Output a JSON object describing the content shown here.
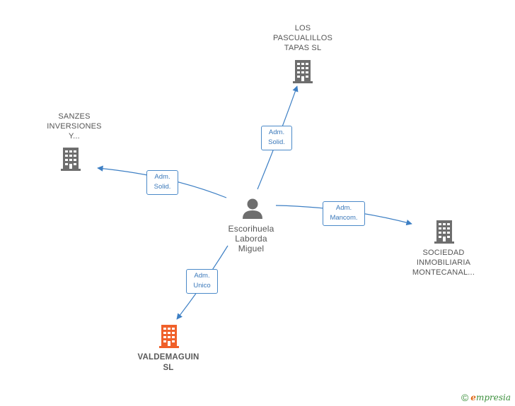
{
  "center": {
    "name_lines": [
      "Escorihuela",
      "Laborda",
      "Miguel"
    ],
    "icon": "person-icon"
  },
  "companies": [
    {
      "id": "los-pascualillos",
      "name_lines": [
        "LOS",
        "PASCUALILLOS",
        "TAPAS  SL"
      ],
      "icon": "building-icon",
      "highlight": false,
      "relation": [
        "Adm.",
        "Solid."
      ]
    },
    {
      "id": "sanzes",
      "name_lines": [
        "SANZES",
        "INVERSIONES",
        "Y..."
      ],
      "icon": "building-icon",
      "highlight": false,
      "relation": [
        "Adm.",
        "Solid."
      ]
    },
    {
      "id": "sociedad-inmobiliaria",
      "name_lines": [
        "SOCIEDAD",
        "INMOBILIARIA",
        "MONTECANAL..."
      ],
      "icon": "building-icon",
      "highlight": false,
      "relation": [
        "Adm.",
        "Mancom."
      ]
    },
    {
      "id": "valdemaguin",
      "name_lines": [
        "VALDEMAGUIN",
        "SL"
      ],
      "icon": "building-icon",
      "highlight": true,
      "relation": [
        "Adm.",
        "Unico"
      ]
    }
  ],
  "colors": {
    "edge": "#3d7fc4",
    "building": "#6e6e6e",
    "building_highlight": "#f0602a",
    "person": "#6e6e6e"
  },
  "footer": {
    "copyright": "©",
    "brand_first": "e",
    "brand_rest": "mpresia"
  }
}
